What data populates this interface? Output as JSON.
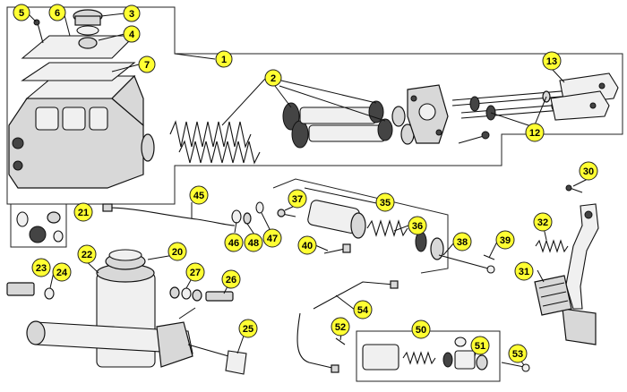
{
  "labels": {
    "l1": "1",
    "l2": "2",
    "l3": "3",
    "l4": "4",
    "l5": "5",
    "l6": "6",
    "l7": "7",
    "l12": "12",
    "l13": "13",
    "l20": "20",
    "l21": "21",
    "l22": "22",
    "l23": "23",
    "l24": "24",
    "l25": "25",
    "l26": "26",
    "l27": "27",
    "l30": "30",
    "l31": "31",
    "l32": "32",
    "l35": "35",
    "l36": "36",
    "l37": "37",
    "l38": "38",
    "l39": "39",
    "l40": "40",
    "l45": "45",
    "l46": "46",
    "l47": "47",
    "l48": "48",
    "l50": "50",
    "l51": "51",
    "l52": "52",
    "l53": "53",
    "l54": "54"
  },
  "colors": {
    "callout_fill": "#ffff33",
    "line": "#111111",
    "background": "#ffffff"
  }
}
